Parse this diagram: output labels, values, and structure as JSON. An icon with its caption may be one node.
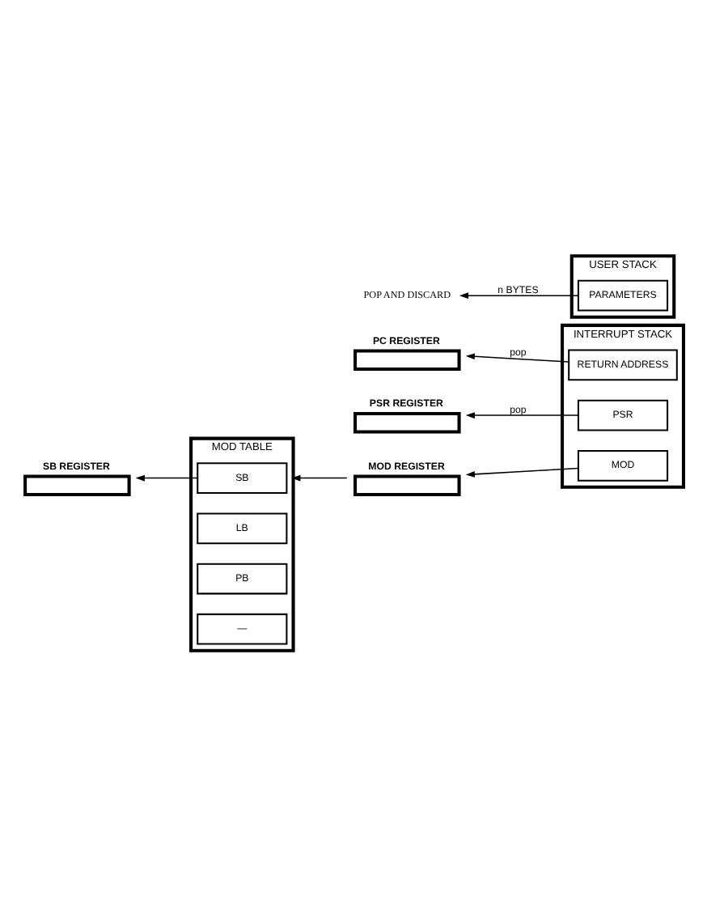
{
  "diagram": {
    "nodes": [
      {
        "text": [
          "PC REGISTER"
        ]
      },
      {
        "text": [
          "INTERRUPT STACK"
        ]
      },
      {
        "text": [
          "RETURN ADDRESS"
        ],
        "in": 1
      },
      {
        "text": [
          "PSR"
        ],
        "in": 1
      },
      {
        "text": [
          "MOD"
        ],
        "in": 1
      },
      {
        "text": [
          "PSR REGISTER"
        ]
      },
      {
        "text": [
          "MOD REGISTER"
        ]
      },
      {
        "text": [
          "MOD TABLE"
        ]
      },
      {
        "text": [
          "SB"
        ],
        "in": 7
      },
      {
        "text": [
          "SB REGISTER"
        ]
      },
      {
        "text": [
          "LB"
        ],
        "in": 7
      },
      {
        "text": [
          "PB"
        ],
        "in": 7
      },
      {
        "text": [
          "—"
        ],
        "in": 7
      },
      {
        "text": [
          "USER STACK"
        ]
      },
      {
        "text": [
          "PARAMETERS"
        ],
        "in": 13
      },
      {
        "text": [
          "POP AND DISCARD"
        ]
      }
    ],
    "edges": [
      {
        "from": 2,
        "to": 0,
        "arrow": "to",
        "label": "pop"
      },
      {
        "from": 3,
        "to": 5,
        "arrow": "to",
        "label": "pop"
      },
      {
        "from": 4,
        "to": 6,
        "arrow": "to"
      },
      {
        "from": 6,
        "to": 7,
        "arrow": "to"
      },
      {
        "from": 8,
        "to": 9,
        "arrow": "to"
      },
      {
        "from": 14,
        "to": 15,
        "arrow": "to",
        "label": "n BYTES"
      }
    ]
  }
}
